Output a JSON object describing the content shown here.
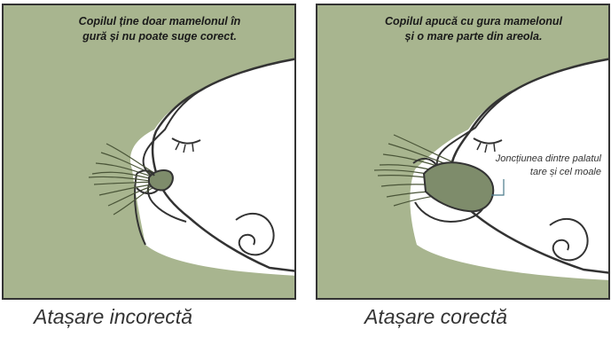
{
  "left_panel": {
    "note": "Copilul ține doar mamelonul în\ngură și nu poate suge corect.",
    "caption": "Atașare incorectă"
  },
  "right_panel": {
    "note": "Copilul apucă cu gura mamelonul\nși o mare parte din areola.",
    "annotation": "Joncțiunea dintre palatul\ntare și cel moale",
    "caption": "Atașare corectă"
  },
  "colors": {
    "breast_fill": "#a8b58f",
    "outline": "#333333",
    "milk_duct_fill": "#7e8c6b"
  }
}
